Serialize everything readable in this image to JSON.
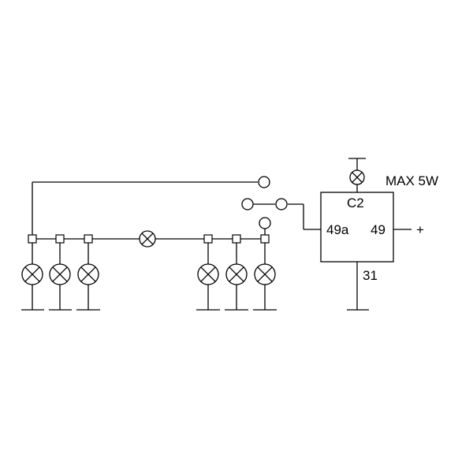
{
  "relay": {
    "pin_c2": "C2",
    "pin_49a": "49a",
    "pin_49": "49",
    "pin_31": "31",
    "plus_sign": "+",
    "rating": "MAX 5W"
  },
  "icons": {
    "lamp": "lamp-cross-icon",
    "junction": "junction-square",
    "terminal": "switch-terminal-circle",
    "ground": "ground-symbol"
  }
}
